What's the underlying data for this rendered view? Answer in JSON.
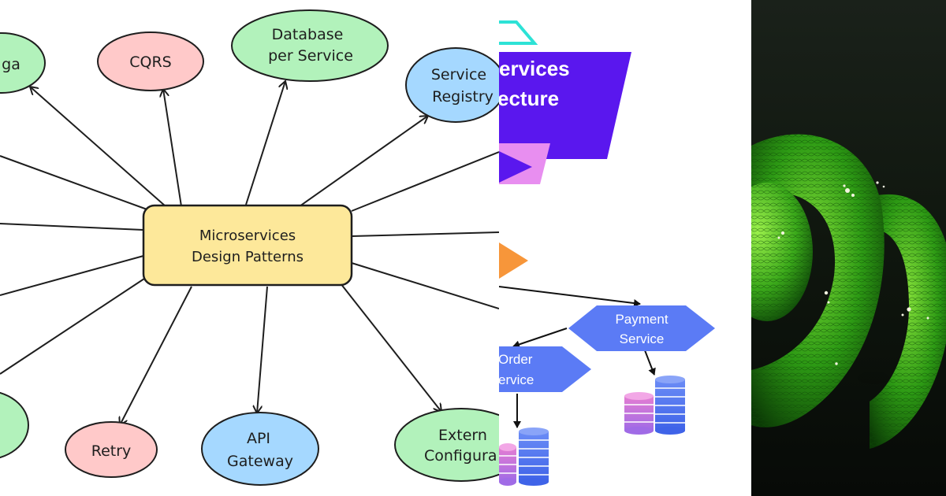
{
  "left_diagram": {
    "center": {
      "line1": "Microservices",
      "line2": "Design Patterns"
    },
    "nodes": {
      "saga_top": "ga",
      "cqrs": "CQRS",
      "database_per_service_1": "Database",
      "database_per_service_2": "per Service",
      "service_registry_1": "Service",
      "service_registry_2": "Registry",
      "retry": "Retry",
      "api_gateway_1": "API",
      "api_gateway_2": "Gateway",
      "external_config_1": "Extern",
      "external_config_2": "Configura"
    },
    "colors": {
      "center": "#fde89a",
      "green": "#b2f2bb",
      "pink": "#ffc9c9",
      "blue": "#a5d8ff",
      "stroke": "#1e1e1e"
    }
  },
  "middle_diagram": {
    "title_line1": "ervices",
    "title_line2": "ecture",
    "order_service_1": "Order",
    "order_service_2": "ervice",
    "payment_service_1": "Payment",
    "payment_service_2": "Service",
    "colors": {
      "banner": "#5a17ee",
      "pink_block": "#e88ef0",
      "teal": "#2de2d6",
      "orange": "#f7963a",
      "hexagon": "#5b7bf5"
    }
  },
  "right_photo": {
    "subject": "green-tree-python"
  }
}
